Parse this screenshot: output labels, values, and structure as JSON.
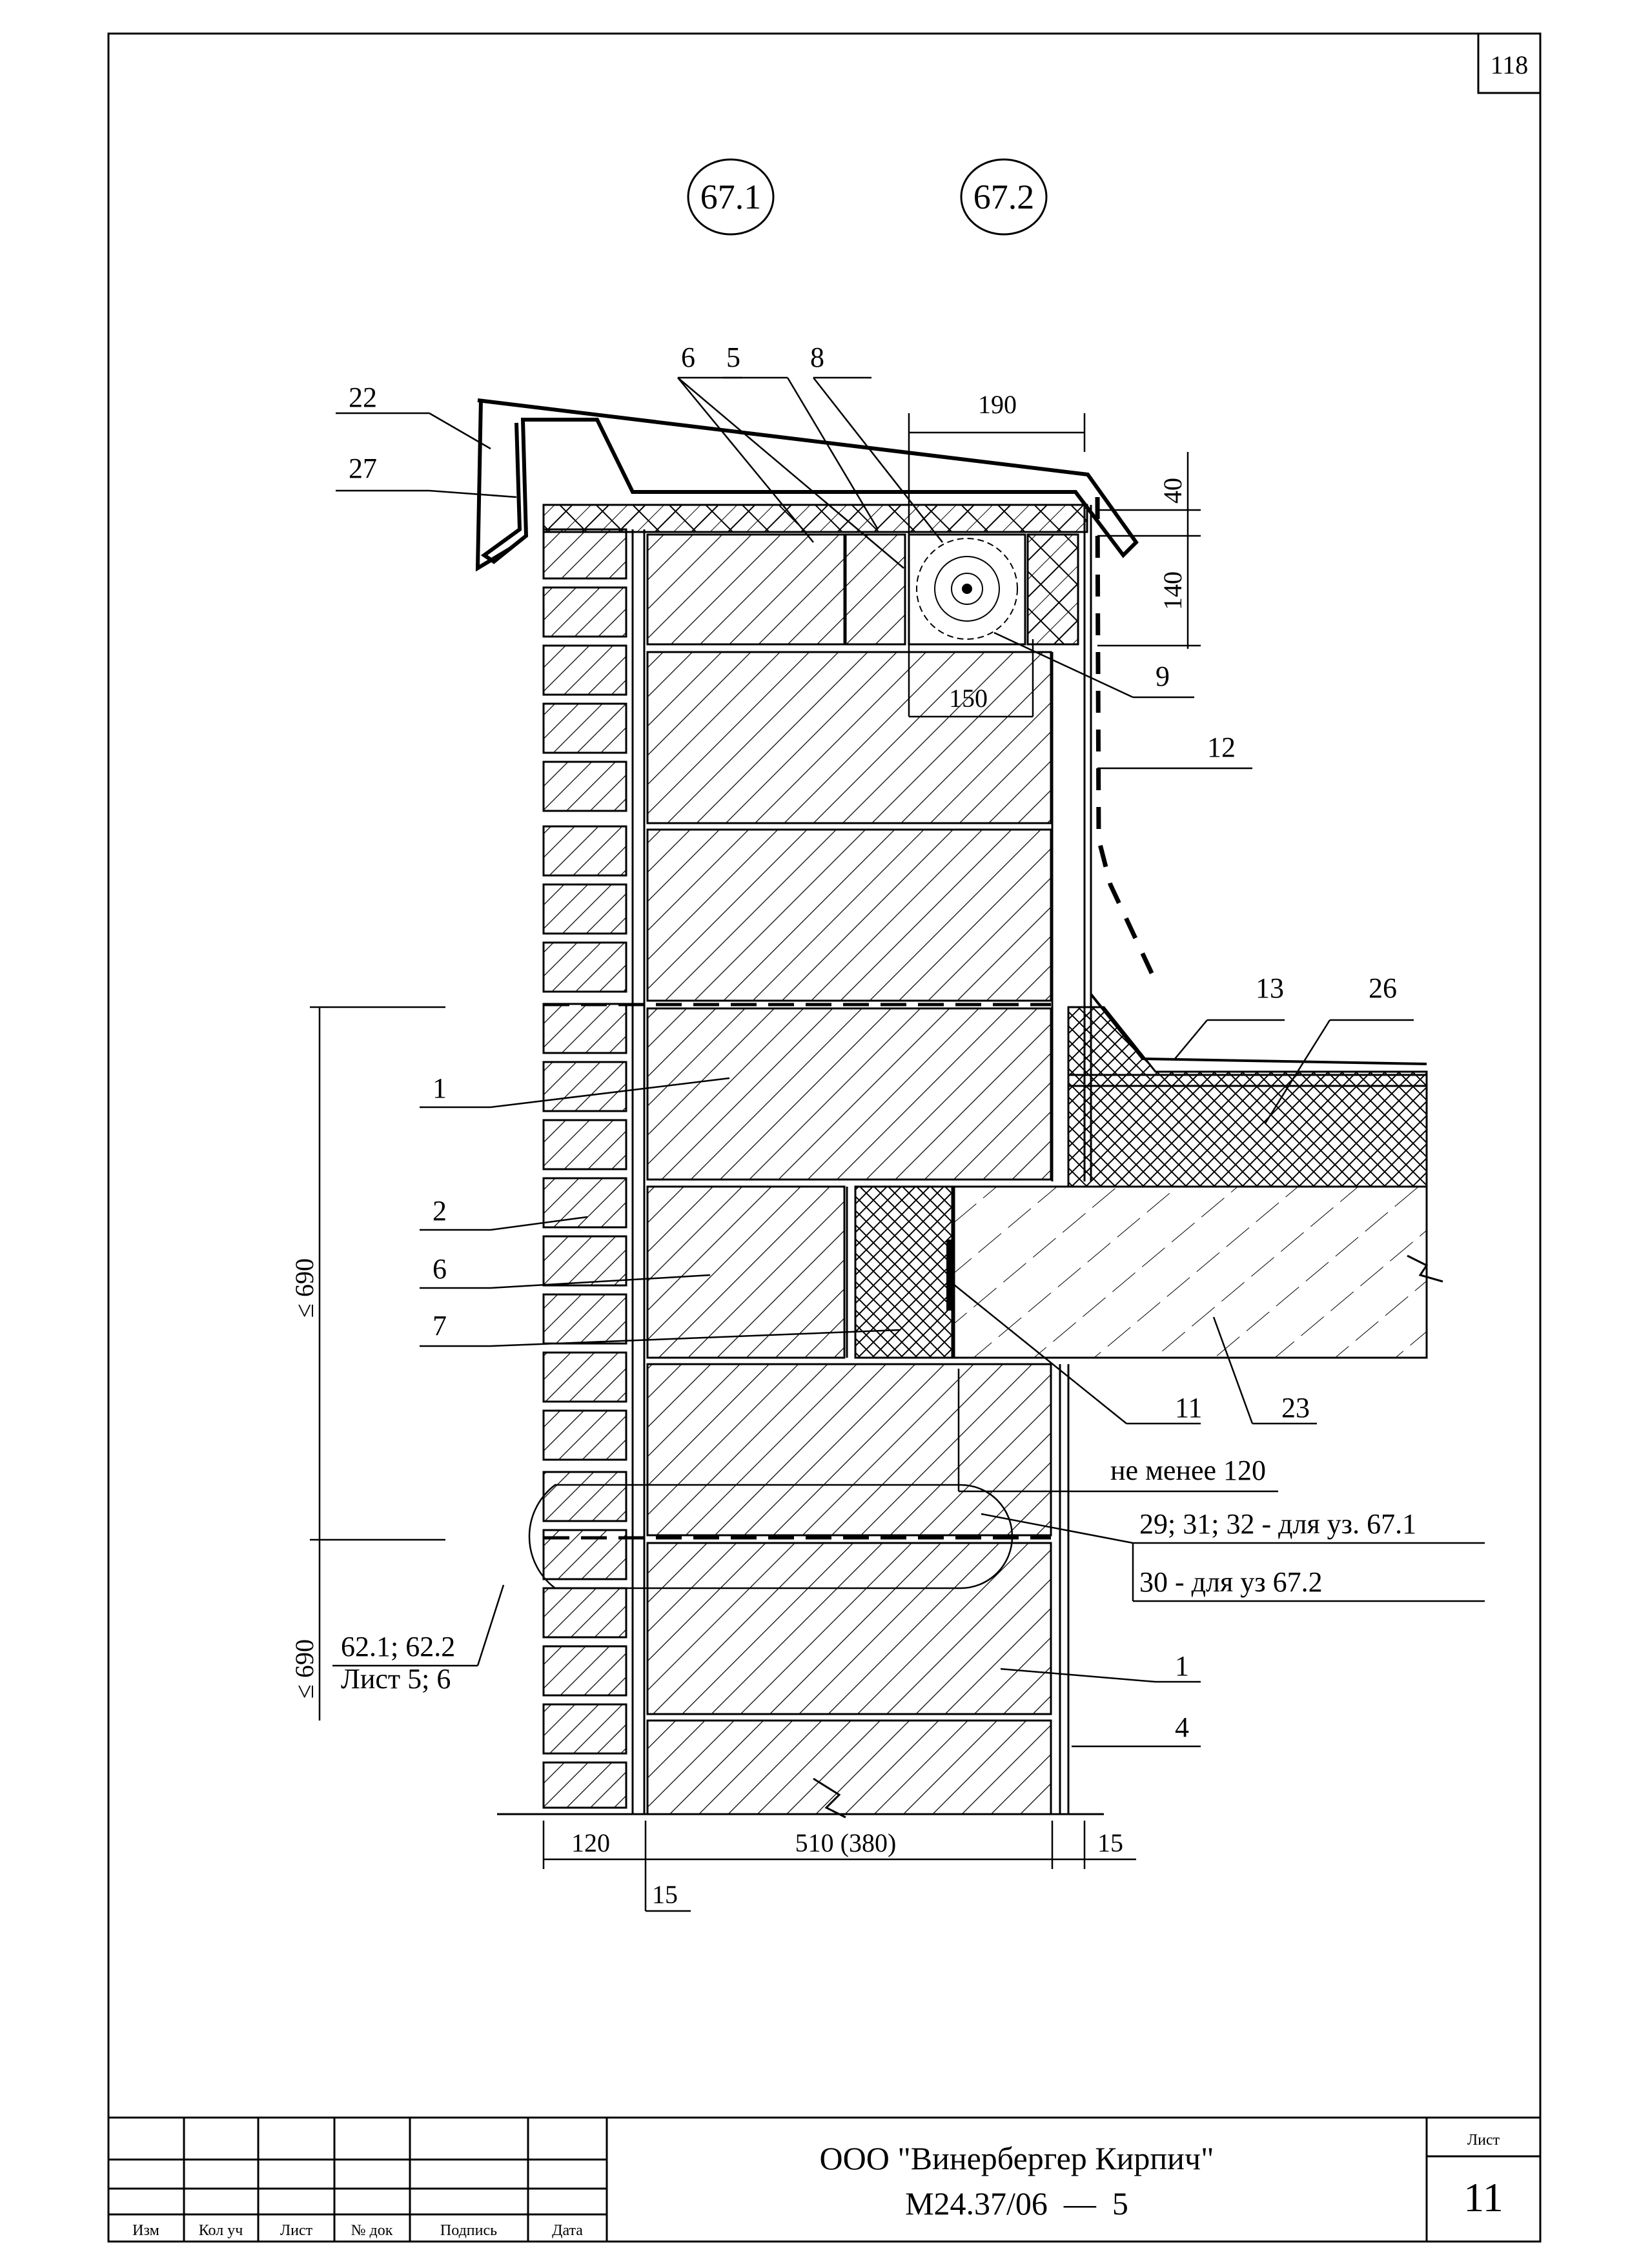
{
  "page_number": "118",
  "detail_markers": [
    "67.1",
    "67.2"
  ],
  "callouts": {
    "c22": "22",
    "c27": "27",
    "c6_top": "6",
    "c5": "5",
    "c8": "8",
    "c9": "9",
    "c12": "12",
    "c13": "13",
    "c26": "26",
    "c1_left": "1",
    "c2": "2",
    "c6_mid": "6",
    "c7": "7",
    "c11": "11",
    "c23": "23",
    "c1_right": "1",
    "c4": "4"
  },
  "dimensions": {
    "d190": "190",
    "d40": "40",
    "d140": "140",
    "d150": "150",
    "d690_top": "≤ 690",
    "d690_bottom": "≤ 690",
    "d120": "120",
    "d510": "510 (380)",
    "d15_left": "15",
    "d15_right": "15"
  },
  "notes": {
    "min120": "не менее 120",
    "ref_67_1": "29; 31; 32 - для уз. 67.1",
    "ref_67_2": "30 - для уз  67.2",
    "ref_62": "62.1; 62.2",
    "ref_sheet": "Лист 5; 6"
  },
  "title_block": {
    "columns": [
      "Изм",
      "Кол уч",
      "Лист",
      "№ док",
      "Подпись",
      "Дата"
    ],
    "company": "ООО \"Винербергер Кирпич\"",
    "code": "М24.37/06  —  5",
    "sheet_label": "Лист",
    "sheet_number": "11"
  }
}
